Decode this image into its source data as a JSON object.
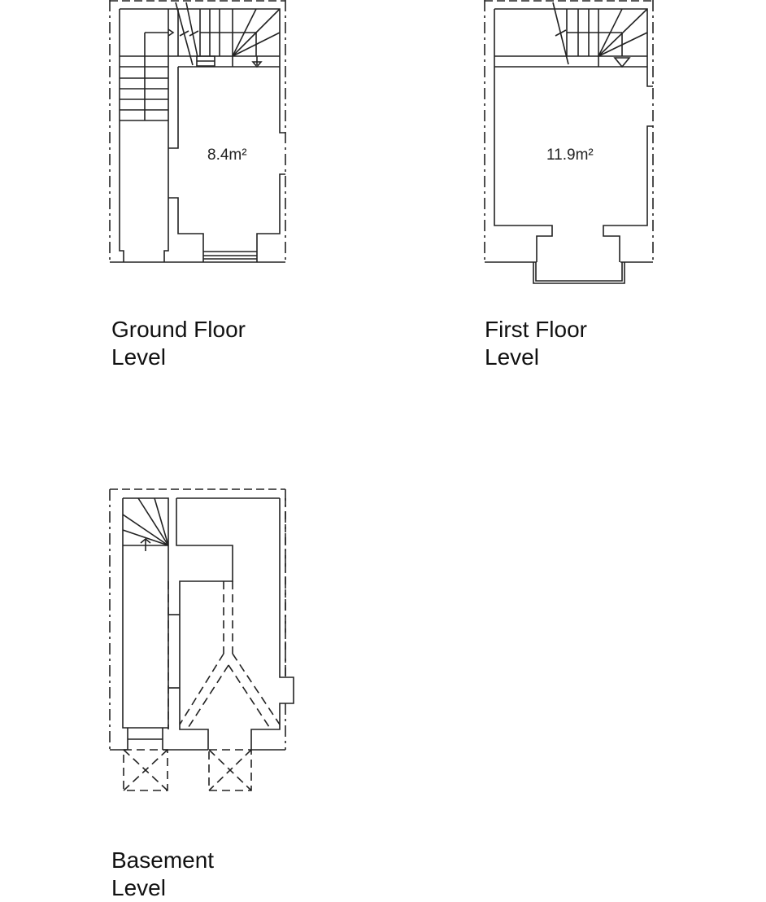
{
  "drawing": {
    "type": "floor-plans",
    "stroke_color": "#222222",
    "background": "#ffffff"
  },
  "plans": {
    "ground": {
      "area": "8.4m²",
      "label_line1": "Ground Floor",
      "label_line2": "Level"
    },
    "first": {
      "area": "11.9m²",
      "label_line1": "First Floor",
      "label_line2": "Level"
    },
    "basement": {
      "label_line1": "Basement",
      "label_line2": "Level"
    }
  }
}
